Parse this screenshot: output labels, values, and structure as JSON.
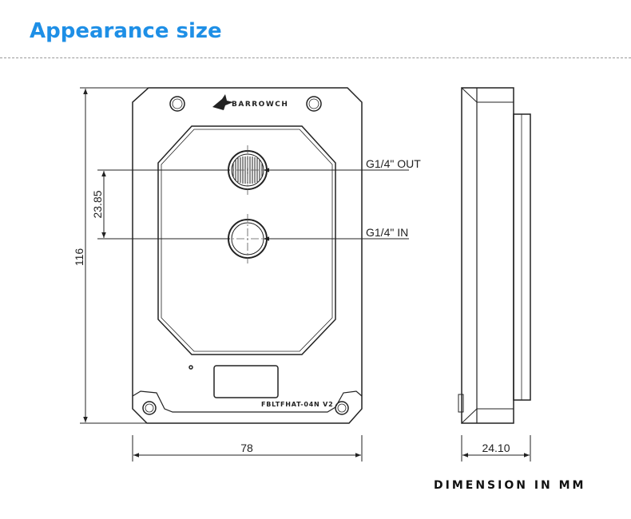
{
  "header": {
    "title": "Appearance size"
  },
  "block": {
    "brand": "BARROWCH",
    "model": "FBLTFHAT-04N V2"
  },
  "ports": {
    "out_label": "G1/4\" OUT",
    "in_label": "G1/4\" IN"
  },
  "dimensions": {
    "height": "116",
    "port_spacing": "23.85",
    "width": "78",
    "thickness": "24.10"
  },
  "footer": {
    "note": "DIMENSION IN MM"
  },
  "colors": {
    "title": "#1e8fe6",
    "line": "#222222"
  }
}
